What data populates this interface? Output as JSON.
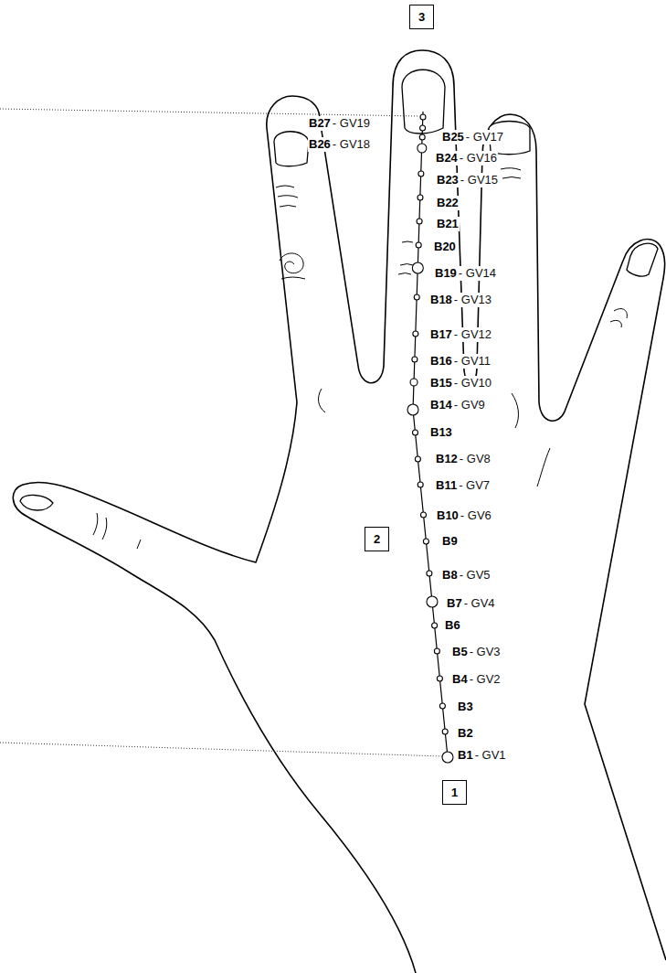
{
  "diagram": {
    "nodes": [
      {
        "text": [
          "3"
        ]
      },
      {
        "text": [
          "2"
        ]
      },
      {
        "text": [
          "1"
        ]
      }
    ],
    "labels": [
      "B27",
      "- GV19",
      "B26",
      "- GV18",
      "B25",
      "- GV17",
      "B24",
      "- GV16",
      "B23",
      "- GV15",
      "B22",
      "B21",
      "B20",
      "B19",
      "- GV14",
      "B18",
      "- GV13",
      "B17",
      "- GV12",
      "B16",
      "- GV11",
      "B15",
      "- GV10",
      "B14",
      "- GV9",
      "B13",
      "B12",
      "- GV8",
      "B11",
      "- GV7",
      "B10",
      "- GV6",
      "B9",
      "B8",
      "- GV5",
      "B7",
      "- GV4",
      "B6",
      "B5",
      "- GV3",
      "B4",
      "- GV2",
      "B3",
      "B2",
      "B1",
      "- GV1"
    ]
  }
}
